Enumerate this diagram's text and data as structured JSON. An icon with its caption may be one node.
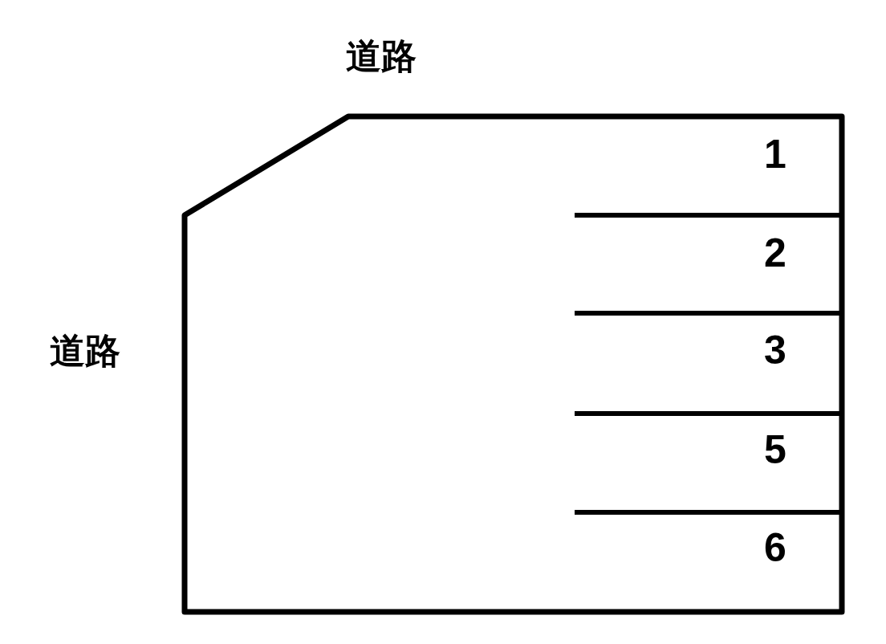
{
  "diagram": {
    "labels": [
      "道路",
      "1",
      "2",
      "道路",
      "3",
      "5",
      "6"
    ]
  }
}
